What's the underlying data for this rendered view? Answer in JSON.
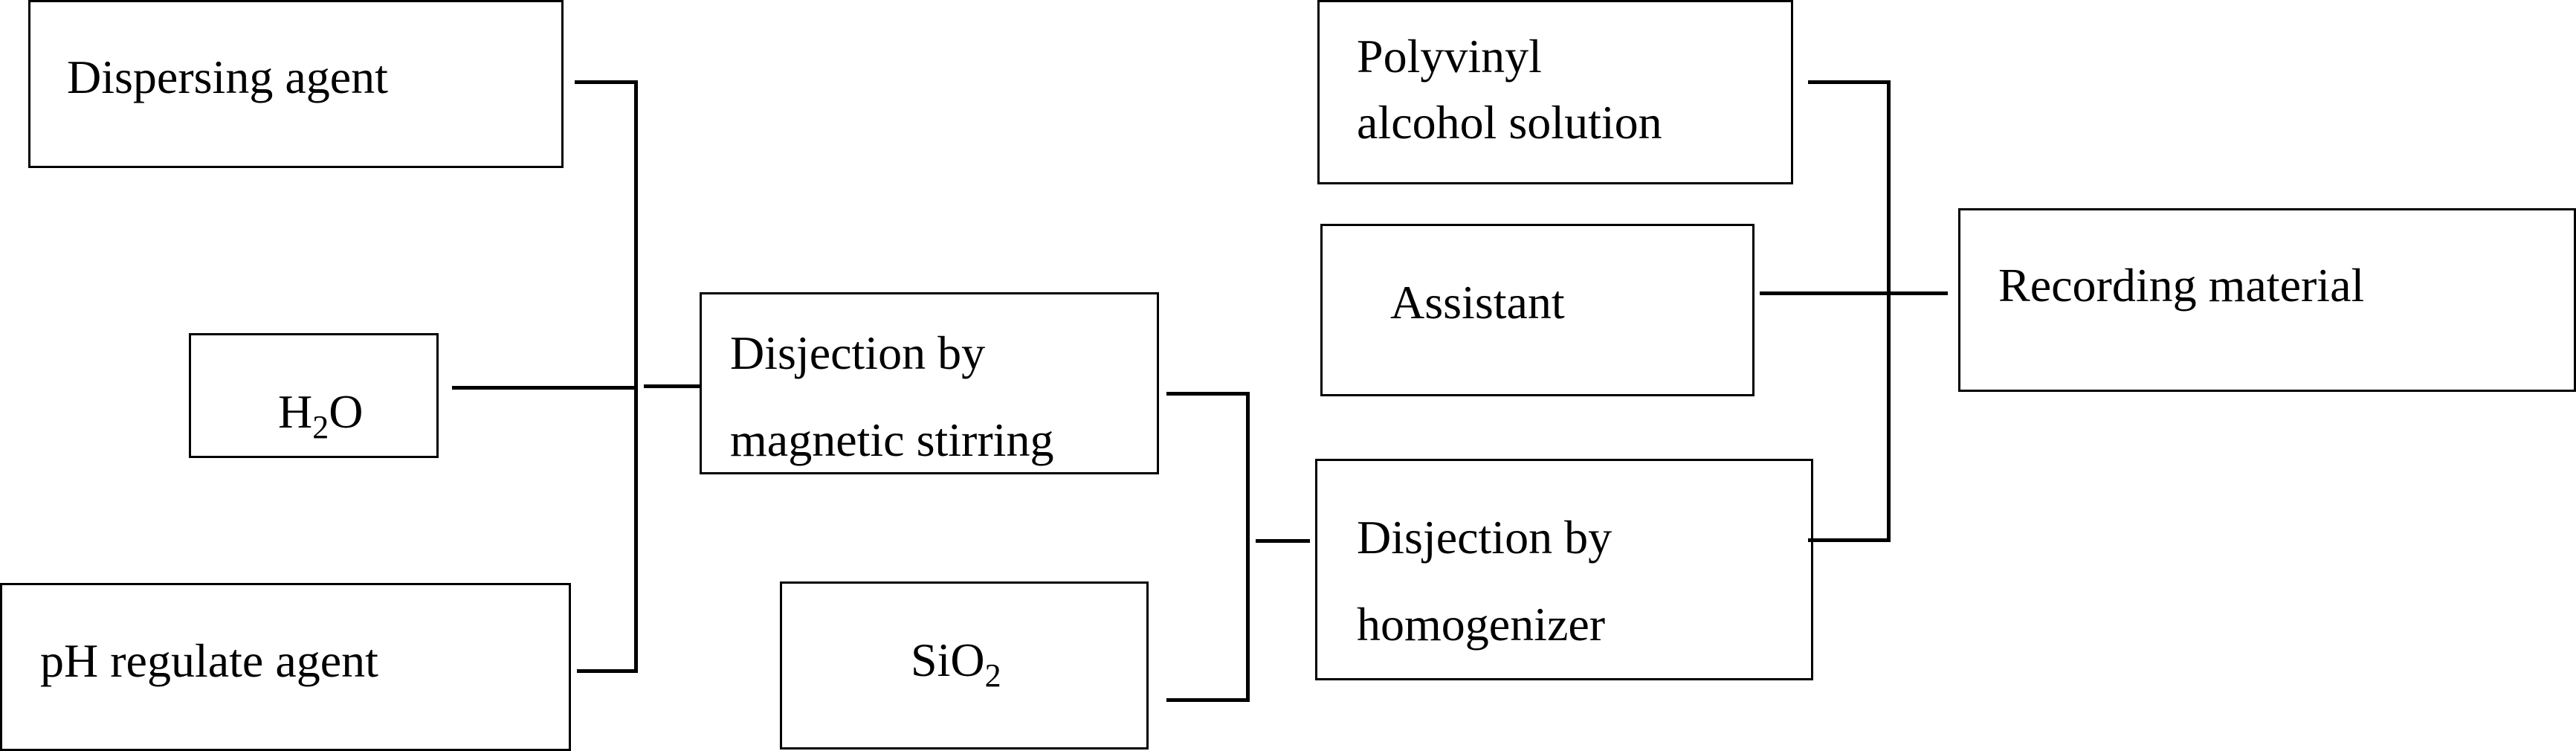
{
  "nodes": {
    "dispersing_agent": {
      "label": "Dispersing agent"
    },
    "water": {
      "prefix": "H",
      "subscript": "2",
      "suffix": "O"
    },
    "ph_regulate_agent": {
      "label": "pH regulate agent"
    },
    "magnetic_stirring": {
      "line1": "Disjection by",
      "line2": "magnetic stirring"
    },
    "silica": {
      "prefix": "SiO",
      "subscript": "2"
    },
    "polyvinyl_alcohol": {
      "line1": "Polyvinyl",
      "line2": "alcohol solution"
    },
    "assistant": {
      "label": "Assistant"
    },
    "homogenizer": {
      "line1": "Disjection by",
      "line2": "homogenizer"
    },
    "recording_material": {
      "label": "Recording material"
    }
  },
  "colors": {
    "stroke": "#000000",
    "background": "#ffffff"
  }
}
